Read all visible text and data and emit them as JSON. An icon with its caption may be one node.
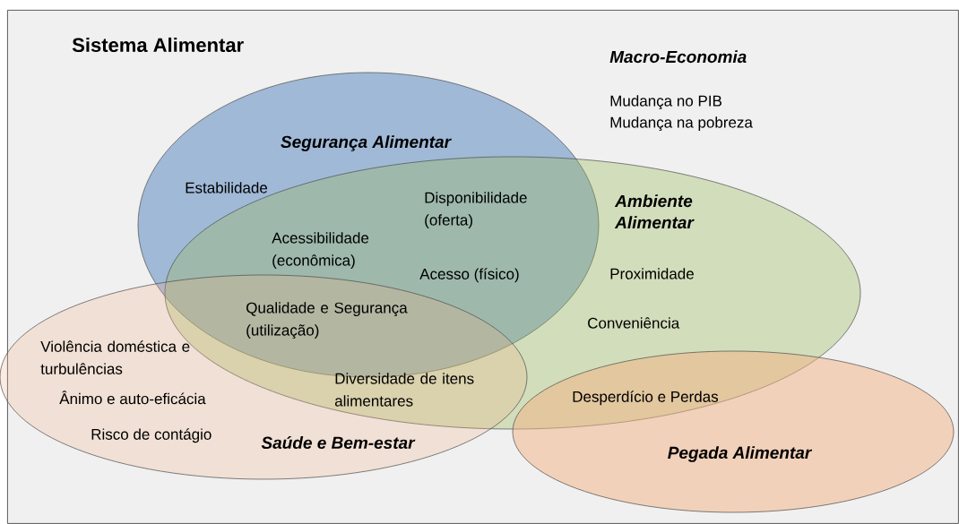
{
  "diagram": {
    "nodes": [
      {
        "text": [
          "Sistema Alimentar"
        ]
      },
      {
        "text": [
          "Segurança Alimentar"
        ],
        "in": 0
      },
      {
        "text": [
          "Ambiente Alimentar"
        ],
        "in": 0
      },
      {
        "text": [
          "Saúde e Bem-estar"
        ],
        "in": 0
      },
      {
        "text": [
          "Pegada Alimentar"
        ],
        "in": 0
      }
    ],
    "edges": [],
    "labels": [
      "Macro-Economia",
      "Mudança no PIB",
      "Mudança na pobreza",
      "Estabilidade",
      "Disponibilidade (oferta)",
      "Acessibilidade (econômica)",
      "Acesso (físico)",
      "Proximidade",
      "Qualidade e Segurança (utilização)",
      "Conveniência",
      "Violência doméstica e turbulências",
      "Diversidade de itens alimentares",
      "Desperdício e Perdas",
      "Ânimo e auto-eficácia",
      "Risco de contágio"
    ]
  }
}
